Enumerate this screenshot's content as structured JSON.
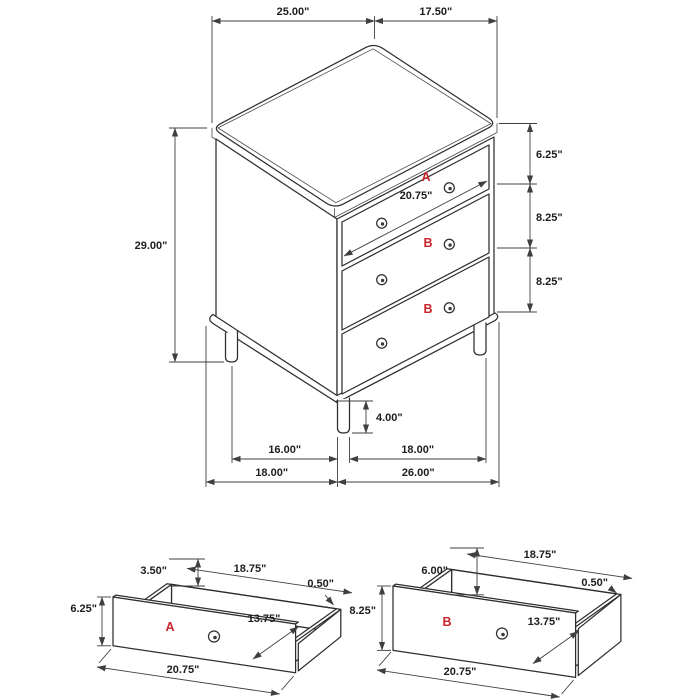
{
  "colors": {
    "line": "#2e2e2e",
    "dim": "#3f3f3f",
    "label": "#c9252b",
    "background": "#ffffff"
  },
  "main_view": {
    "drawer_labels": [
      "A",
      "B",
      "B"
    ],
    "dims": {
      "top_width": "25.00\"",
      "top_depth": "17.50\"",
      "drawer_a_height": "6.25\"",
      "drawer_b1_height": "8.25\"",
      "drawer_b2_height": "8.25\"",
      "overall_height": "29.00\"",
      "drawer_front_width": "20.75\"",
      "leg_height": "4.00\"",
      "leg_span_depth": "16.00\"",
      "leg_span_width": "18.00\"",
      "base_depth": "18.00\"",
      "base_width": "26.00\""
    }
  },
  "drawer_a_detail": {
    "label": "A",
    "dims": {
      "side_height": "3.50\"",
      "inner_width": "18.75\"",
      "wall_thickness": "0.50\"",
      "inner_depth": "13.75\"",
      "front_height": "6.25\"",
      "front_width": "20.75\""
    }
  },
  "drawer_b_detail": {
    "label": "B",
    "dims": {
      "side_height": "6.00\"",
      "inner_width": "18.75\"",
      "wall_thickness": "0.50\"",
      "inner_depth": "13.75\"",
      "front_height": "8.25\"",
      "front_width": "20.75\""
    }
  }
}
